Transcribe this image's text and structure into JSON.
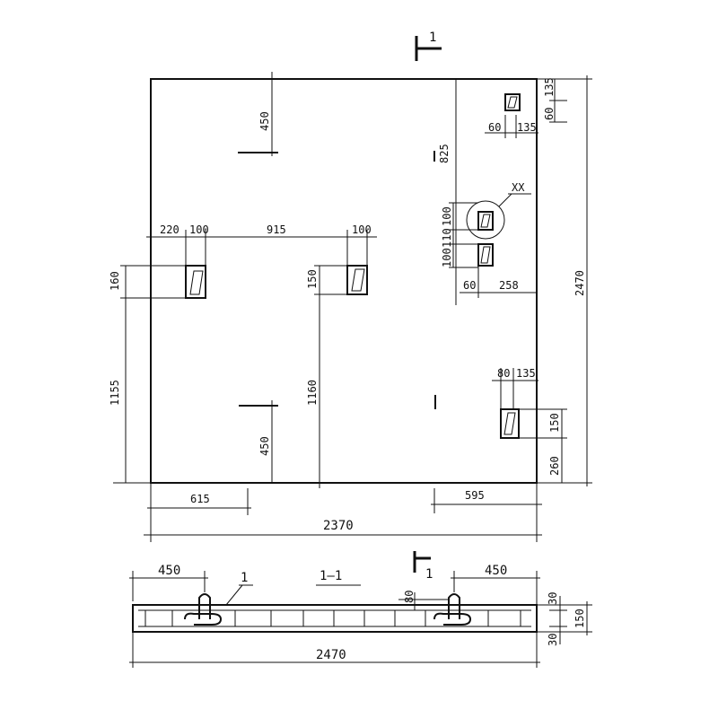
{
  "section_marks": {
    "top": "1",
    "bottom": "1"
  },
  "detail_callout": "XX",
  "section_title": "1–1",
  "anchor_label": "1",
  "plan_dims": {
    "top_450": "450",
    "right_top_135": "135",
    "right_60": "60",
    "small_60": "60",
    "small_135": "135",
    "left_825": "825",
    "stack_100a": "100",
    "stack_110": "110",
    "stack_100b": "100",
    "row_220": "220",
    "row_100a": "100",
    "row_915": "915",
    "row_100b": "100",
    "dim_160": "160",
    "dim_150": "150",
    "dim_60": "60",
    "dim_258": "258",
    "overall_height": "2470",
    "dim_1155": "1155",
    "dim_1160": "1160",
    "dim_80": "80",
    "dim_135b": "135",
    "dim_450_lower": "450",
    "dim_150_right": "150",
    "dim_260": "260",
    "bottom_615": "615",
    "bottom_595": "595",
    "overall_width": "2370"
  },
  "section_dims": {
    "left_450": "450",
    "right_450": "450",
    "dim_80": "80",
    "top_30": "30",
    "thickness_150": "150",
    "bottom_30": "30",
    "overall_length": "2470"
  }
}
